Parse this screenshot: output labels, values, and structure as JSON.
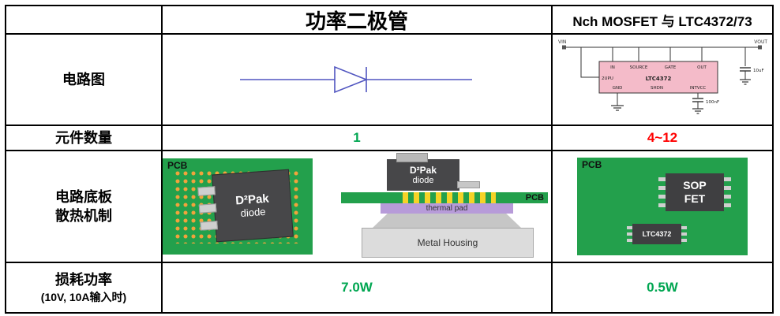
{
  "colors": {
    "value_green": "#00A651",
    "value_red": "#FF0000",
    "pcb_green": "#23A04C",
    "via_yellow": "#F5D327",
    "dot_orange": "#F2A33C",
    "package_gray": "#474749",
    "thermal_purple": "#B79BD9",
    "housing_gray": "#DCDCDC",
    "chip_pink": "#F4BBC9"
  },
  "header": {
    "diode": "功率二极管",
    "mosfet": "Nch MOSFET 与 LTC4372/73"
  },
  "rows": {
    "circuit": {
      "label": "电路图"
    },
    "count": {
      "label": "元件数量",
      "diode": "1",
      "mosfet": "4~12"
    },
    "thermal": {
      "label1": "电路底板",
      "label2": "散热机制"
    },
    "power": {
      "label1": "损耗功率",
      "label2": "(10V, 10A输入时)",
      "diode": "7.0W",
      "mosfet": "0.5W"
    }
  },
  "schematic": {
    "vin": "VIN",
    "vout": "VOUT",
    "pins_top": [
      "IN",
      "SOURCE",
      "GATE",
      "OUT"
    ],
    "pin_left": "2UPU",
    "part": "LTC4372",
    "pins_bottom": [
      "GND",
      "SHDN",
      "INTVCC"
    ],
    "cap1": "10uF",
    "cap2": "100nF"
  },
  "figures": {
    "pcb_label": "PCB",
    "dpak_line1": "D²Pak",
    "dpak_line2": "diode",
    "thermal_pad": "thermal pad",
    "metal_housing": "Metal Housing",
    "sop_line1": "SOP",
    "sop_line2": "FET",
    "ltc_chip": "LTC4372"
  }
}
